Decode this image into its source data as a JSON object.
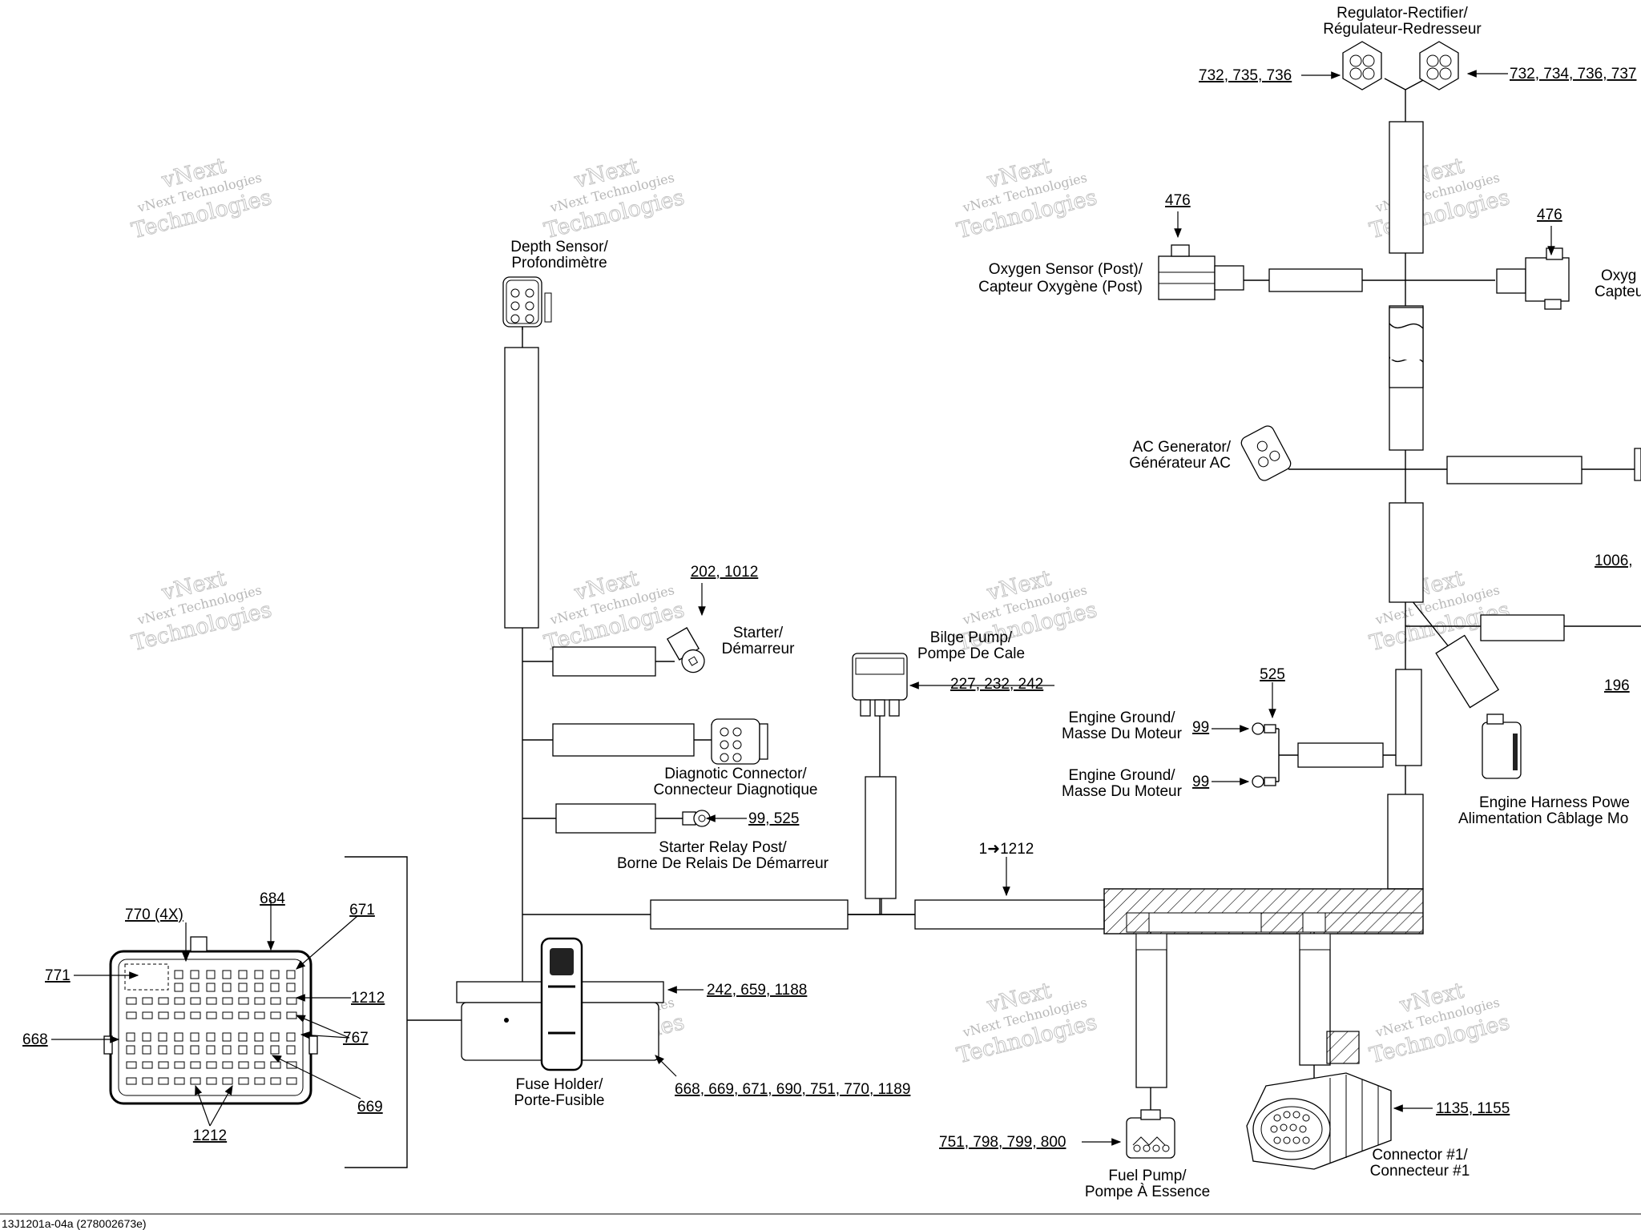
{
  "labels": {
    "regulator_line1": "Regulator-Rectifier/",
    "regulator_line2": "Régulateur-Redresseur",
    "regulator_refs_left": "732, 735, 736",
    "regulator_refs_right": "732, 734, 736, 737",
    "oxygen_post_line1": "Oxygen Sensor (Post)/",
    "oxygen_post_line2": "Capteur Oxygène (Post)",
    "oxygen_post_ref": "476",
    "oxygen_pre_ref": "476",
    "oxygen_pre_line1": "Oxyg",
    "oxygen_pre_line2": "Capteu",
    "depth_line1": "Depth Sensor/",
    "depth_line2": "Profondimètre",
    "ac_gen_line1": "AC Generator/",
    "ac_gen_line2": "Générateur AC",
    "starter_ref": "202, 1012",
    "starter_line1": "Starter/",
    "starter_line2": "Démarreur",
    "bilge_line1": "Bilge Pump/",
    "bilge_line2": "Pompe De Cale",
    "bilge_ref": "227, 232, 242",
    "ground_ref_top": "525",
    "ground1_line1": "Engine Ground/",
    "ground1_line2": "Masse Du Moteur",
    "ground1_ref": "99",
    "ground2_line1": "Engine Ground/",
    "ground2_line2": "Masse Du Moteur",
    "ground2_ref": "99",
    "diag_line1": "Diagnotic Connector/",
    "diag_line2": "Connecteur Diagnotique",
    "relay_ref": "99, 525",
    "relay_line1": "Starter Relay Post/",
    "relay_line2": "Borne De Relais De Démarreur",
    "splice_ref": "1➜1212",
    "right_ref_1006": "1006,",
    "right_ref_196": "196",
    "engine_power_line1": "Engine Harness Powe",
    "engine_power_line2": "Alimentation Câblage Mo",
    "fuse_ref_top": "242, 659, 1188",
    "fuse_ref_bottom": "668, 669, 671, 690, 751, 770, 1189",
    "fuse_line1": "Fuse Holder/",
    "fuse_line2": "Porte-Fusible",
    "detail_684": "684",
    "detail_770": "770 (4X)",
    "detail_671": "671",
    "detail_771": "771",
    "detail_1212_right": "1212",
    "detail_668": "668",
    "detail_767": "767",
    "detail_669": "669",
    "detail_1212_bottom": "1212",
    "fuel_ref": "751, 798, 799, 800",
    "fuel_line1": "Fuel Pump/",
    "fuel_line2": "Pompe À Essence",
    "conn1_ref": "1135, 1155",
    "conn1_line1": "Connector #1/",
    "conn1_line2": "Connecteur #1",
    "footer": "13J1201a-04a (278002673e)"
  },
  "watermark": {
    "line1": "vNext Technologies",
    "line2": "Technologies",
    "line3": "vNext"
  }
}
